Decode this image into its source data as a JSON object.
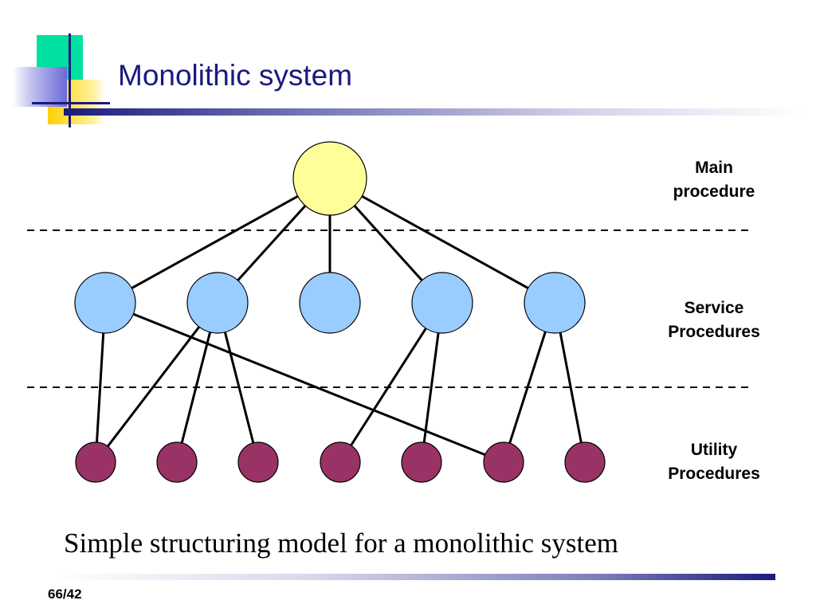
{
  "slide": {
    "title": "Monolithic system",
    "caption": "Simple structuring model for a monolithic system",
    "page_number": "66/42"
  },
  "diagram": {
    "layers": [
      {
        "id": "main",
        "label_lines": [
          "Main",
          "procedure"
        ]
      },
      {
        "id": "service",
        "label_lines": [
          "Service",
          "Procedures"
        ]
      },
      {
        "id": "utility",
        "label_lines": [
          "Utility",
          "Procedures"
        ]
      }
    ],
    "nodes": {
      "main": [
        {
          "id": "m1"
        }
      ],
      "service": [
        {
          "id": "s1"
        },
        {
          "id": "s2"
        },
        {
          "id": "s3"
        },
        {
          "id": "s4"
        },
        {
          "id": "s5"
        }
      ],
      "utility": [
        {
          "id": "u1"
        },
        {
          "id": "u2"
        },
        {
          "id": "u3"
        },
        {
          "id": "u4"
        },
        {
          "id": "u5"
        },
        {
          "id": "u6"
        },
        {
          "id": "u7"
        }
      ]
    },
    "edges": [
      [
        "m1",
        "s1"
      ],
      [
        "m1",
        "s2"
      ],
      [
        "m1",
        "s3"
      ],
      [
        "m1",
        "s4"
      ],
      [
        "m1",
        "s5"
      ],
      [
        "s1",
        "u1"
      ],
      [
        "s1",
        "u6"
      ],
      [
        "s2",
        "u1"
      ],
      [
        "s2",
        "u2"
      ],
      [
        "s2",
        "u3"
      ],
      [
        "s4",
        "u4"
      ],
      [
        "s4",
        "u5"
      ],
      [
        "s5",
        "u6"
      ],
      [
        "s5",
        "u7"
      ]
    ],
    "colors": {
      "main_fill": "#ffff99",
      "service_fill": "#99ccff",
      "utility_fill": "#993366",
      "edge": "#000000"
    }
  },
  "theme": {
    "title_color": "#1a1a80",
    "logo_colors": [
      "#00e0a0",
      "#ffd000",
      "#6a6ad8",
      "#1a1a80"
    ]
  }
}
